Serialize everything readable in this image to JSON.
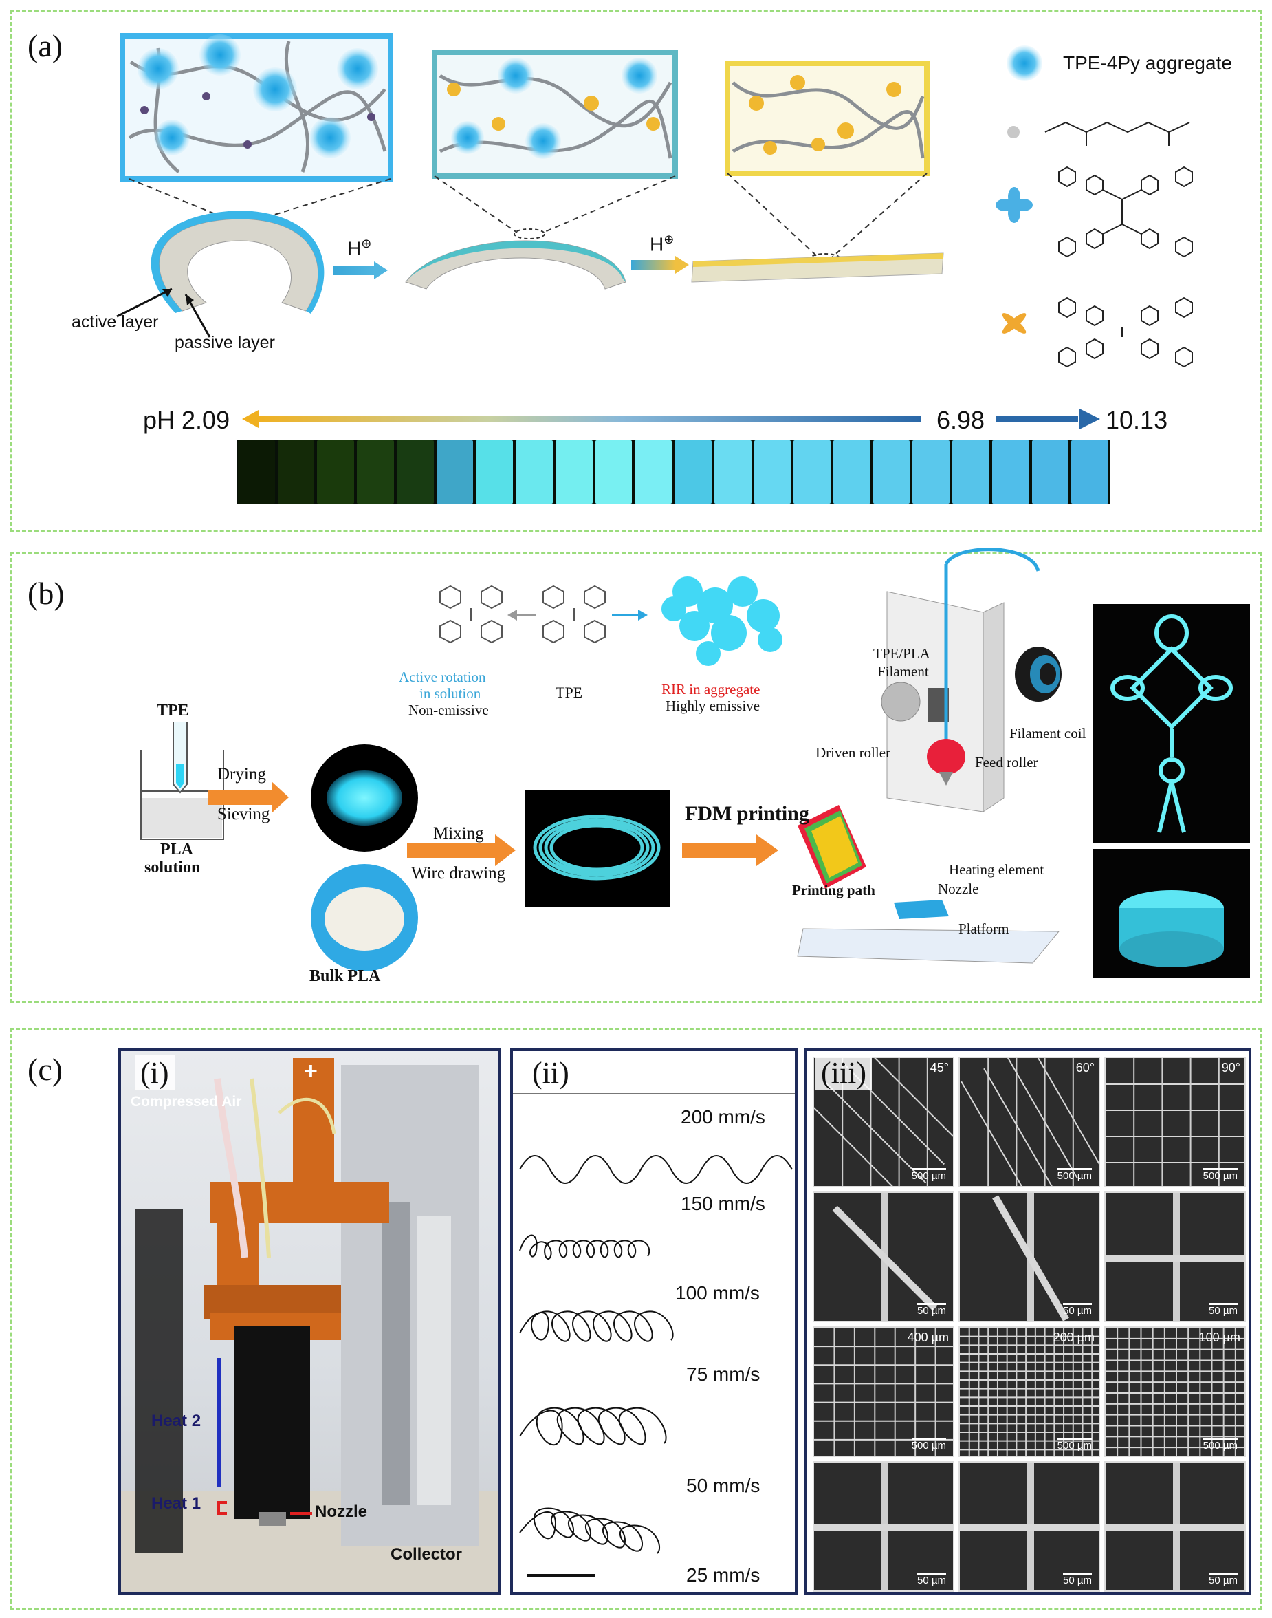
{
  "panels": {
    "a": {
      "label": "(a)",
      "legend": {
        "aggregate": "TPE-4Py aggregate"
      },
      "proton_symbol": "H",
      "proton_charge": "⊕",
      "active_layer": "active layer",
      "passive_layer": "passive layer",
      "ph_start": "pH 2.09",
      "ph_mid": "6.98",
      "ph_end": "10.13",
      "vial_colors": [
        "#0c1a05",
        "#142a08",
        "#1a3a0c",
        "#1c4010",
        "#183c12",
        "#3fa6c8",
        "#57e0e8",
        "#6ae8ee",
        "#74eef0",
        "#78f0f2",
        "#7aeef4",
        "#4cc8e6",
        "#6adcf2",
        "#66d8f2",
        "#62d4f0",
        "#5ed0ee",
        "#5ccced",
        "#5ac8ec",
        "#56c4ea",
        "#50beea",
        "#4cb8e6",
        "#48b4e4"
      ]
    },
    "b": {
      "label": "(b)",
      "tpe_top": "TPE",
      "active_rotation": "Active rotation",
      "in_solution": "in solution",
      "non_emissive": "Non-emissive",
      "rir": "RIR in aggregate",
      "highly_emissive": "Highly emissive",
      "tpe_beaker": "TPE",
      "pla_solution_1": "PLA",
      "pla_solution_2": "solution",
      "drying": "Drying",
      "sieving": "Sieving",
      "mixing": "Mixing",
      "wire_drawing": "Wire drawing",
      "bulk_pla": "Bulk PLA",
      "fdm": "FDM printing",
      "filament_1": "TPE/PLA",
      "filament_2": "Filament",
      "filament_coil": "Filament coil",
      "driven_roller": "Driven roller",
      "feed_roller": "Feed roller",
      "heating_element": "Heating element",
      "nozzle": "Nozzle",
      "printing_path": "Printing  path",
      "platform": "Platform"
    },
    "c": {
      "label": "(c)",
      "sub_i": "(i)",
      "sub_ii": "(ii)",
      "sub_iii": "(iii)",
      "compressed_air": "Compressed Air",
      "plus": "+",
      "heat2": "Heat 2",
      "heat1": "Heat 1",
      "nozzle": "Nozzle",
      "collector": "Collector",
      "speeds": [
        "200 mm/s",
        "150 mm/s",
        "100 mm/s",
        "75 mm/s",
        "50 mm/s",
        "25 mm/s"
      ],
      "sem_angles": [
        "45°",
        "60°",
        "90°"
      ],
      "sem_spacing": [
        "400 µm",
        "200 µm",
        "100 µm"
      ],
      "scale_500": "500 µm",
      "scale_50": "50 µm"
    }
  }
}
